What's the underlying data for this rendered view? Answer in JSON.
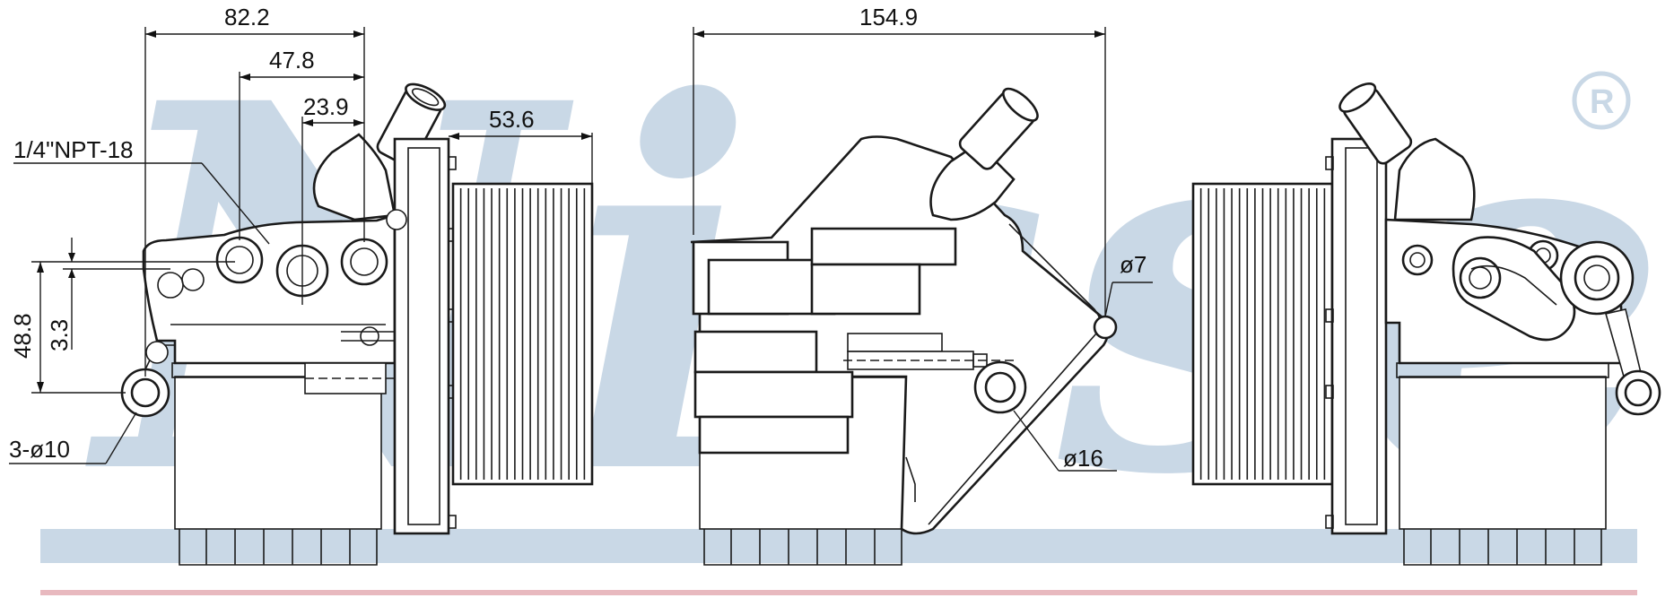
{
  "watermark": {
    "brand": "Nissens",
    "registered_mark": "®",
    "color": "#c9d8e6",
    "bar_color": "#c9d8e6",
    "bottom_line_color": "#e8b9bf"
  },
  "dimensions": {
    "overall_length": "82.2",
    "mid_length": "47.8",
    "short_length": "23.9",
    "core_depth": "53.6",
    "thread": "1/4\"NPT-18",
    "height": "48.8",
    "small_offset": "3.3",
    "mount_holes": "3-ø10",
    "total_length": "154.9",
    "small_hole": "ø7",
    "port_dia": "ø16"
  }
}
